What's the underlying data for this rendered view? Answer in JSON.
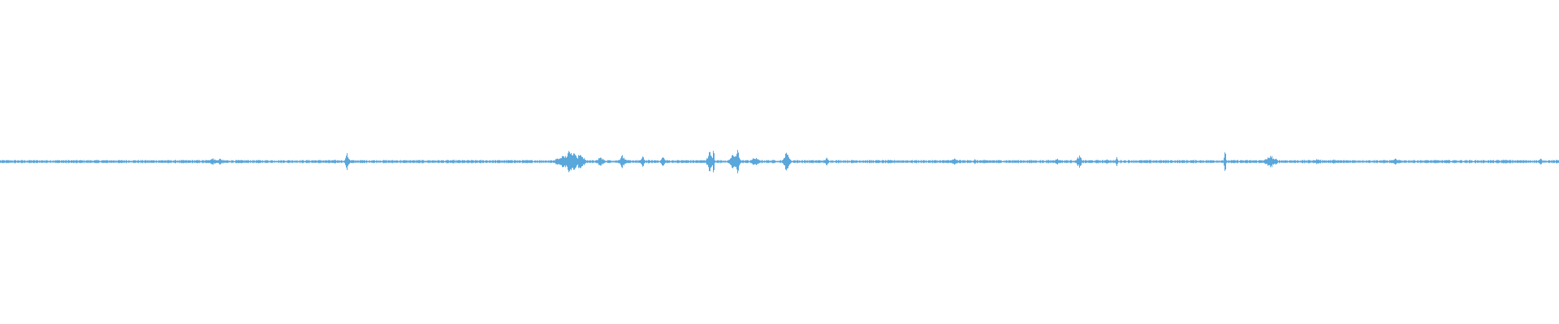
{
  "waveform": {
    "color": "#5aa7dc",
    "background": "#ffffff",
    "duration_fraction_visible": 1.0,
    "bursts": [
      {
        "pos": 0.136,
        "amp": 0.012,
        "width": 0.004
      },
      {
        "pos": 0.141,
        "amp": 0.01,
        "width": 0.003
      },
      {
        "pos": 0.2225,
        "amp": 0.028,
        "width": 0.002
      },
      {
        "pos": 0.33,
        "amp": 0.006,
        "width": 0.002
      },
      {
        "pos": 0.36,
        "amp": 0.022,
        "width": 0.006
      },
      {
        "pos": 0.366,
        "amp": 0.045,
        "width": 0.006
      },
      {
        "pos": 0.372,
        "amp": 0.03,
        "width": 0.004
      },
      {
        "pos": 0.385,
        "amp": 0.015,
        "width": 0.004
      },
      {
        "pos": 0.399,
        "amp": 0.022,
        "width": 0.003
      },
      {
        "pos": 0.412,
        "amp": 0.02,
        "width": 0.002
      },
      {
        "pos": 0.425,
        "amp": 0.018,
        "width": 0.002
      },
      {
        "pos": 0.455,
        "amp": 0.035,
        "width": 0.003
      },
      {
        "pos": 0.4575,
        "amp": 0.045,
        "width": 0.001
      },
      {
        "pos": 0.47,
        "amp": 0.03,
        "width": 0.003
      },
      {
        "pos": 0.473,
        "amp": 0.04,
        "width": 0.002
      },
      {
        "pos": 0.484,
        "amp": 0.015,
        "width": 0.004
      },
      {
        "pos": 0.5045,
        "amp": 0.035,
        "width": 0.003
      },
      {
        "pos": 0.53,
        "amp": 0.015,
        "width": 0.002
      },
      {
        "pos": 0.612,
        "amp": 0.01,
        "width": 0.004
      },
      {
        "pos": 0.625,
        "amp": 0.008,
        "width": 0.002
      },
      {
        "pos": 0.678,
        "amp": 0.01,
        "width": 0.004
      },
      {
        "pos": 0.692,
        "amp": 0.02,
        "width": 0.003
      },
      {
        "pos": 0.71,
        "amp": 0.01,
        "width": 0.002
      },
      {
        "pos": 0.716,
        "amp": 0.022,
        "width": 0.001
      },
      {
        "pos": 0.7855,
        "amp": 0.048,
        "width": 0.001
      },
      {
        "pos": 0.815,
        "amp": 0.02,
        "width": 0.006
      },
      {
        "pos": 0.845,
        "amp": 0.01,
        "width": 0.004
      },
      {
        "pos": 0.855,
        "amp": 0.008,
        "width": 0.002
      },
      {
        "pos": 0.895,
        "amp": 0.01,
        "width": 0.003
      },
      {
        "pos": 0.965,
        "amp": 0.008,
        "width": 0.004
      },
      {
        "pos": 0.988,
        "amp": 0.01,
        "width": 0.002
      }
    ]
  }
}
